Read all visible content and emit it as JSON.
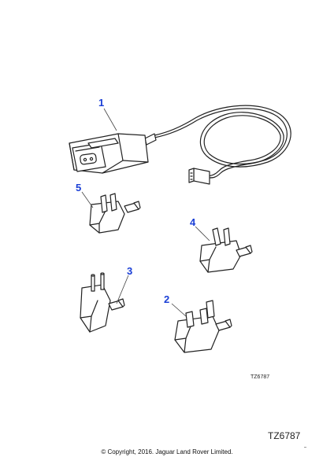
{
  "callouts": {
    "c1": "1",
    "c2": "2",
    "c3": "3",
    "c4": "4",
    "c5": "5"
  },
  "reference_small": "TZ6787",
  "reference_large": "TZ6787",
  "copyright": "© Copyright, 2016. Jaguar Land Rover Limited.",
  "colors": {
    "callout": "#1a3fd6",
    "line": "#222222",
    "leader": "#444444"
  }
}
